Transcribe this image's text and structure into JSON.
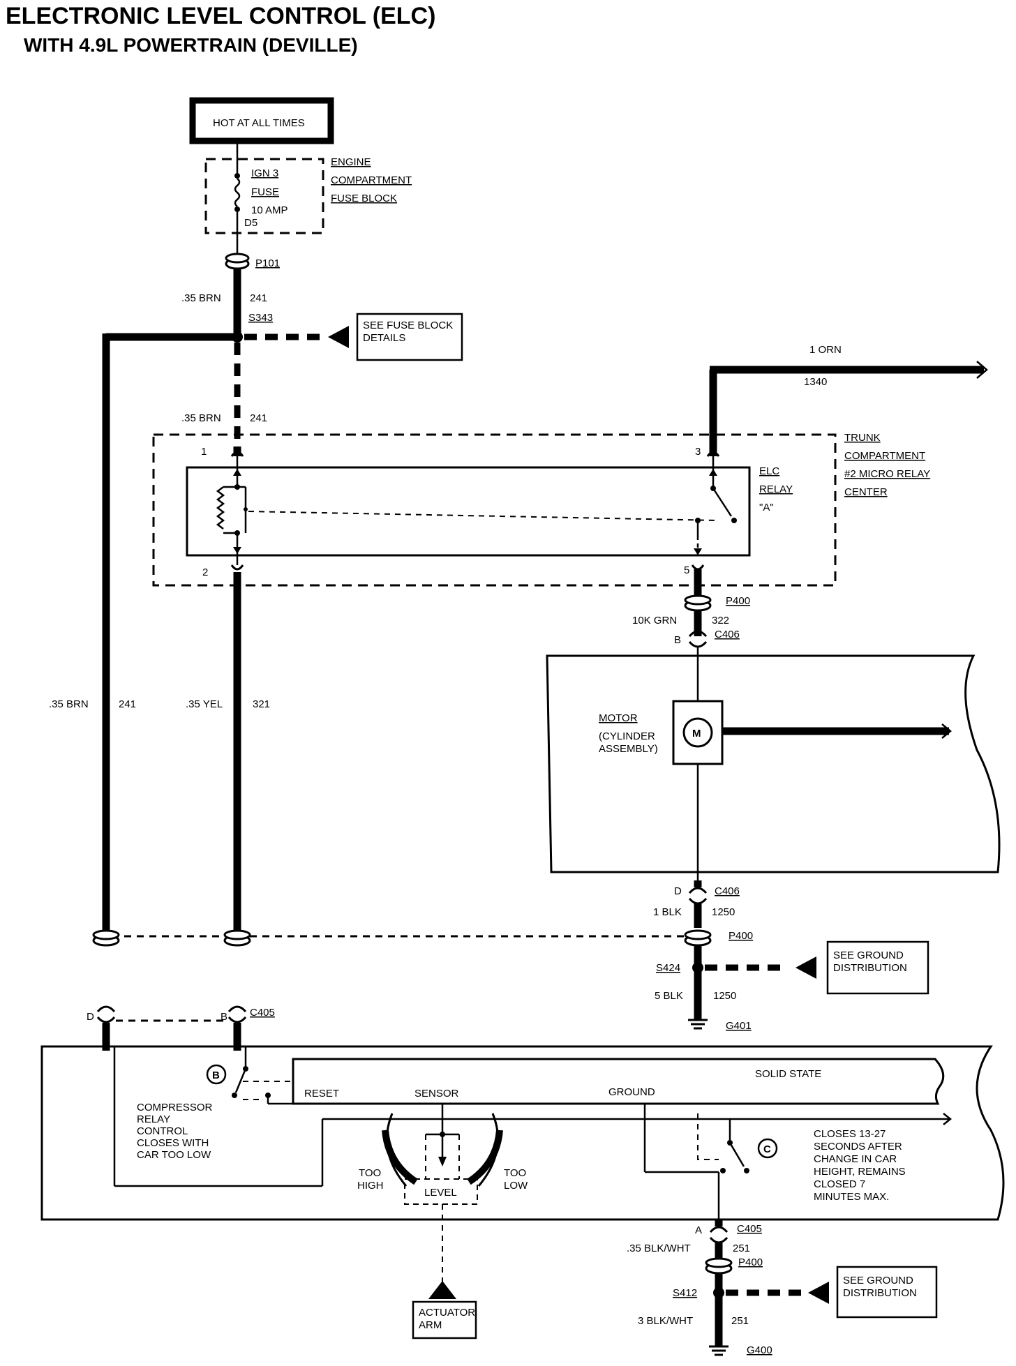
{
  "title": {
    "line1": "ELECTRONIC LEVEL CONTROL (ELC)",
    "line2": "WITH 4.9L POWERTRAIN (DEVILLE)"
  },
  "power": {
    "hot_at_all_times": "HOT AT ALL TIMES"
  },
  "fuse": {
    "name": "IGN 3",
    "fuse": "FUSE",
    "rating": "10 AMP",
    "cavity": "D5",
    "block_line1": "ENGINE",
    "block_line2": "COMPARTMENT",
    "block_line3": "FUSE BLOCK"
  },
  "connectors": {
    "p101": "P101",
    "s343": "S343",
    "p400": "P400",
    "c406": "C406",
    "c405": "C405",
    "s424": "S424",
    "g401": "G401",
    "s412": "S412",
    "g400": "G400"
  },
  "wires": {
    "w241_gauge": ".35 BRN",
    "w241_num": "241",
    "w321_gauge": ".35 YEL",
    "w321_num": "321",
    "w1340_gauge": "1 ORN",
    "w1340_num": "1340",
    "w322_gauge": "10K GRN",
    "w322_num": "322",
    "w1250a_gauge": "1 BLK",
    "w1250_num": "1250",
    "w1250b_gauge": "5 BLK",
    "w251a_gauge": ".35 BLK/WHT",
    "w251_num": "251",
    "w251b_gauge": "3 BLK/WHT"
  },
  "pins": {
    "p1": "1",
    "p2": "2",
    "p3": "3",
    "p5": "5",
    "b": "B",
    "d": "D",
    "a": "A"
  },
  "notes": {
    "fuse_block_details_1": "SEE FUSE BLOCK",
    "fuse_block_details_2": "DETAILS",
    "ground_dist_1": "SEE GROUND",
    "ground_dist_2": "DISTRIBUTION"
  },
  "relay": {
    "name1": "ELC",
    "name2": "RELAY",
    "name3": "\"A\"",
    "center1": "TRUNK",
    "center2": "COMPARTMENT",
    "center3": "#2 MICRO RELAY",
    "center4": "CENTER"
  },
  "motor": {
    "symbol": "M",
    "label1": "MOTOR",
    "label2": "(CYLINDER",
    "label3": "ASSEMBLY)"
  },
  "sensor": {
    "solid_state": "SOLID STATE",
    "reset": "RESET",
    "sensor": "SENSOR",
    "ground": "GROUND",
    "too_high_1": "TOO",
    "too_high_2": "HIGH",
    "too_low_1": "TOO",
    "too_low_2": "LOW",
    "level": "LEVEL",
    "switch_b": "B",
    "switch_c": "C",
    "compressor_1": "COMPRESSOR",
    "compressor_2": "RELAY",
    "compressor_3": "CONTROL",
    "compressor_4": "CLOSES WITH",
    "compressor_5": "CAR TOO LOW",
    "closes_1": "CLOSES 13-27",
    "closes_2": "SECONDS AFTER",
    "closes_3": "CHANGE IN CAR",
    "closes_4": "HEIGHT, REMAINS",
    "closes_5": "CLOSED 7",
    "closes_6": "MINUTES MAX.",
    "actuator_1": "ACTUATOR",
    "actuator_2": "ARM"
  }
}
